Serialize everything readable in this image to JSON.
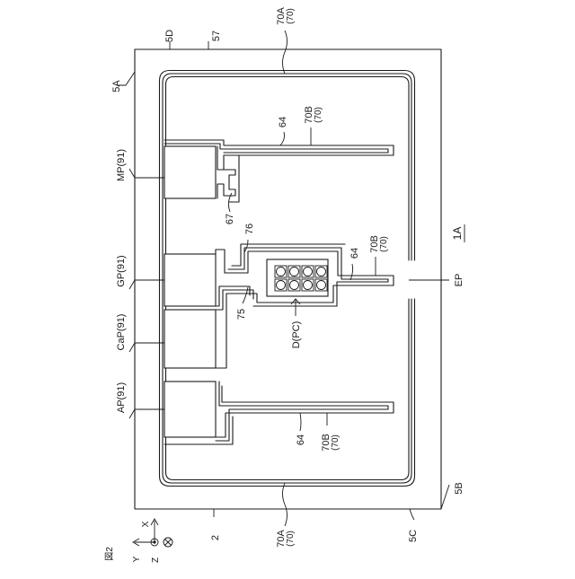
{
  "figure_label": "図2",
  "axes": {
    "x": "X",
    "y": "Y",
    "z": "Z"
  },
  "device_label": "1A",
  "labels": {
    "ref_2": "2",
    "ref_5A": "5A",
    "ref_5B": "5B",
    "ref_5C": "5C",
    "ref_5D": "5D",
    "ref_57": "57",
    "ref_64_top": "64",
    "ref_64_mid": "64",
    "ref_64_bottom": "64",
    "ref_67": "67",
    "ref_75": "75",
    "ref_76": "76",
    "ref_70A_top_main": "70A",
    "ref_70A_top_sub": "(70)",
    "ref_70A_bottom_main": "70A",
    "ref_70A_bottom_sub": "(70)",
    "ref_70B_top_main": "70B",
    "ref_70B_top_sub": "(70)",
    "ref_70B_mid_main": "70B",
    "ref_70B_mid_sub": "(70)",
    "ref_70B_bottom_main": "70B",
    "ref_70B_bottom_sub": "(70)",
    "ref_EP": "EP",
    "ref_DPC": "D(PC)",
    "pad_MP": "MP(91)",
    "pad_GP": "GP(91)",
    "pad_CaP": "CaP(91)",
    "pad_AP": "AP(91)"
  }
}
